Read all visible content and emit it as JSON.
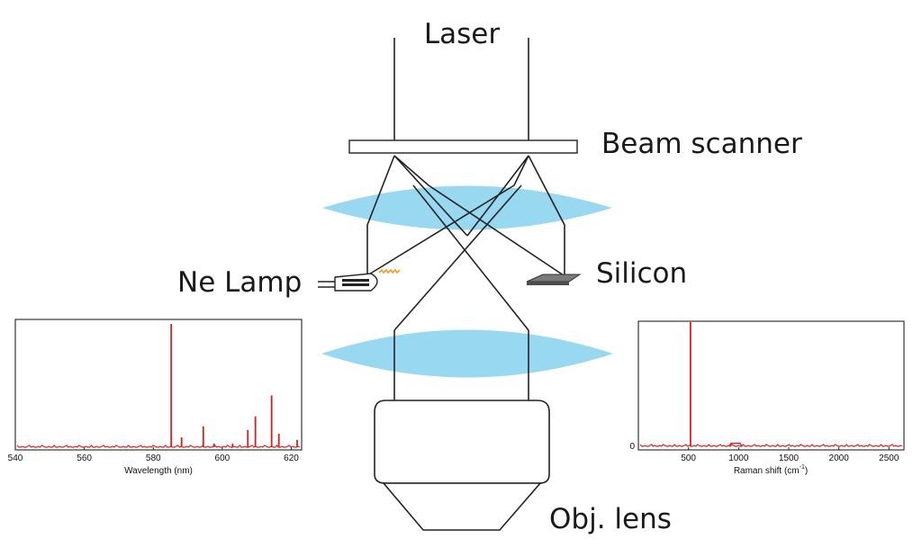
{
  "labels": {
    "laser": "Laser",
    "beam_scanner": "Beam scanner",
    "ne_lamp": "Ne Lamp",
    "silicon": "Silicon",
    "obj_lens": "Obj. lens"
  },
  "colors": {
    "lens_fill": "#98d8f0",
    "spectrum_line": "#d42020",
    "beam_stroke": "#222222",
    "lamp_glow": "#f0a020"
  },
  "chart_data": [
    {
      "type": "line",
      "name": "ne-lamp-spectrum",
      "xlabel": "Wavelength (nm)",
      "ylabel": "",
      "xlim": [
        540,
        623
      ],
      "ylim": [
        0,
        1
      ],
      "x_ticks": [
        540,
        560,
        580,
        600,
        620
      ],
      "y_ticks": [],
      "peaks": [
        {
          "x": 585.2,
          "y": 1.0
        },
        {
          "x": 588.2,
          "y": 0.08
        },
        {
          "x": 594.5,
          "y": 0.17
        },
        {
          "x": 597.6,
          "y": 0.03
        },
        {
          "x": 603.0,
          "y": 0.03
        },
        {
          "x": 607.4,
          "y": 0.14
        },
        {
          "x": 609.6,
          "y": 0.25
        },
        {
          "x": 614.3,
          "y": 0.42
        },
        {
          "x": 616.4,
          "y": 0.11
        },
        {
          "x": 621.7,
          "y": 0.06
        }
      ]
    },
    {
      "type": "line",
      "name": "silicon-raman-spectrum",
      "xlabel": "Raman shift (cm",
      "xlabel_sup": "-1",
      "xlabel_end": ")",
      "ylabel": "",
      "xlim": [
        0,
        2650
      ],
      "ylim": [
        0,
        1
      ],
      "x_ticks": [
        500,
        1000,
        1500,
        2000,
        2500
      ],
      "y_ticks": [
        0
      ],
      "peaks": [
        {
          "x": 520,
          "y": 1.0
        },
        {
          "x": 970,
          "y": 0.025
        }
      ]
    }
  ]
}
